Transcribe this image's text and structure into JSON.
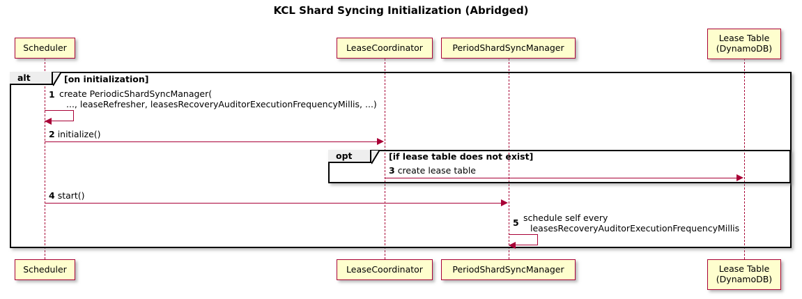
{
  "diagram": {
    "type": "uml-sequence-diagram",
    "title": "KCL Shard Syncing Initialization (Abridged)",
    "colors": {
      "participant_fill": "#FEFECE",
      "participant_border": "#A80036",
      "arrow": "#A80036",
      "frame_border": "#000000",
      "frame_tab_fill": "#EEEEEE",
      "background": "#FFFFFF",
      "text": "#000000"
    }
  },
  "participants": [
    {
      "id": "scheduler",
      "label": "Scheduler",
      "line1": "Scheduler",
      "line2": ""
    },
    {
      "id": "lease-coordinator",
      "label": "LeaseCoordinator",
      "line1": "LeaseCoordinator",
      "line2": ""
    },
    {
      "id": "period-shard-sync-manager",
      "label": "PeriodShardSyncManager",
      "line1": "PeriodShardSyncManager",
      "line2": ""
    },
    {
      "id": "lease-table",
      "label": "Lease Table (DynamoDB)",
      "line1": "Lease Table",
      "line2": "(DynamoDB)"
    }
  ],
  "fragments": [
    {
      "id": "alt-on-initialization",
      "operator": "alt",
      "condition": "[on initialization]"
    },
    {
      "id": "opt-lease-table-missing",
      "operator": "opt",
      "condition": "[if lease table does not exist]"
    }
  ],
  "messages": [
    {
      "id": "msg-1",
      "number": "1",
      "from": "scheduler",
      "to": "scheduler",
      "self": true,
      "line1": "create PeriodicShardSyncManager(",
      "line2": "..., leaseRefresher, leasesRecoveryAuditorExecutionFrequencyMillis, ...)"
    },
    {
      "id": "msg-2",
      "number": "2",
      "from": "scheduler",
      "to": "lease-coordinator",
      "self": false,
      "line1": "initialize()",
      "line2": ""
    },
    {
      "id": "msg-3",
      "number": "3",
      "from": "lease-coordinator",
      "to": "lease-table",
      "self": false,
      "line1": "create lease table",
      "line2": ""
    },
    {
      "id": "msg-4",
      "number": "4",
      "from": "scheduler",
      "to": "period-shard-sync-manager",
      "self": false,
      "line1": "start()",
      "line2": ""
    },
    {
      "id": "msg-5",
      "number": "5",
      "from": "period-shard-sync-manager",
      "to": "period-shard-sync-manager",
      "self": true,
      "line1": "schedule self every",
      "line2": "leasesRecoveryAuditorExecutionFrequencyMillis"
    }
  ]
}
